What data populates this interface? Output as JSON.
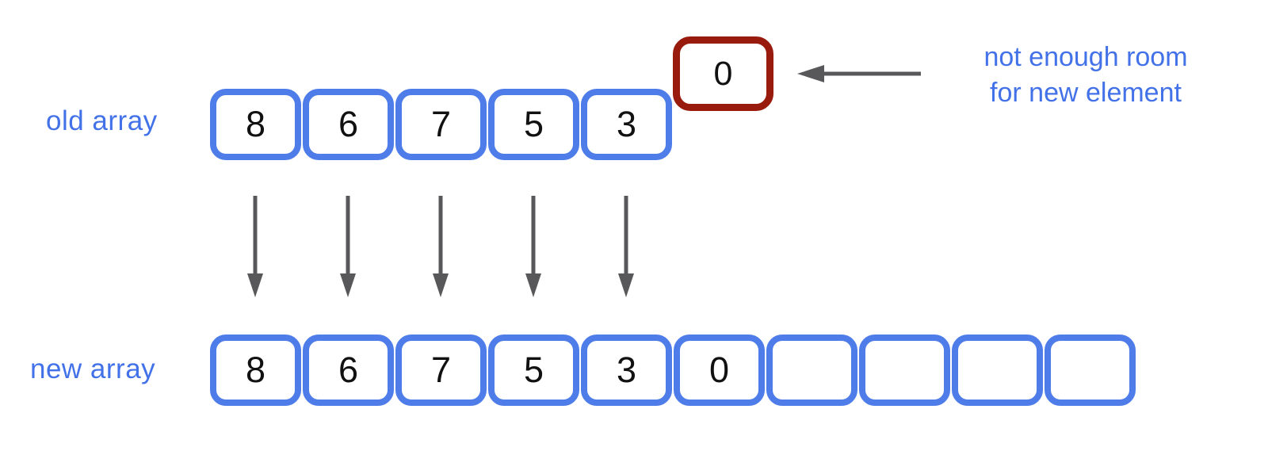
{
  "old_array": {
    "label": "old array",
    "cells": [
      "8",
      "6",
      "7",
      "5",
      "3"
    ]
  },
  "overflow_cell": {
    "value": "0"
  },
  "annotation": {
    "line1": "not enough room",
    "line2": "for new element"
  },
  "new_array": {
    "label": "new array",
    "cells": [
      "8",
      "6",
      "7",
      "5",
      "3",
      "0",
      "",
      "",
      "",
      ""
    ]
  },
  "colors": {
    "cell_border": "#4e7ce9",
    "overflow_border": "#981b0e",
    "label_text": "#4372e8",
    "arrow": "#58585a",
    "cell_text": "#111111",
    "background": "#ffffff"
  }
}
